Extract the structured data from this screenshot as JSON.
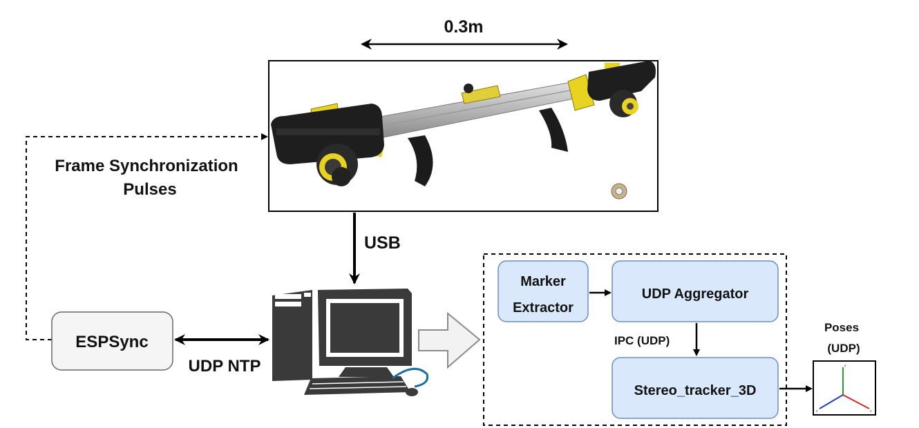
{
  "labels": {
    "distance": "0.3m",
    "sync_line1": "Frame Synchronization",
    "sync_line2": "Pulses",
    "usb": "USB",
    "udp_ntp": "UDP NTP",
    "ipc": "IPC (UDP)",
    "poses_line1": "Poses",
    "poses_line2": "(UDP)"
  },
  "nodes": {
    "espsync": "ESPSync",
    "marker_line1": "Marker",
    "marker_line2": "Extractor",
    "udp_aggregator": "UDP Aggregator",
    "stereo_tracker": "Stereo_tracker_3D"
  },
  "axes_icon": {
    "x": "x",
    "y": "y",
    "z": "z"
  },
  "colors": {
    "node_blue_fill": "#dae8fc",
    "node_blue_stroke": "#6c8ebf",
    "node_gray_fill": "#f5f5f5",
    "node_gray_stroke": "#666666",
    "axis_x": "#d62728",
    "axis_y": "#2ca02c",
    "axis_z": "#1f3fbf",
    "camera_yellow": "#e8d320"
  }
}
